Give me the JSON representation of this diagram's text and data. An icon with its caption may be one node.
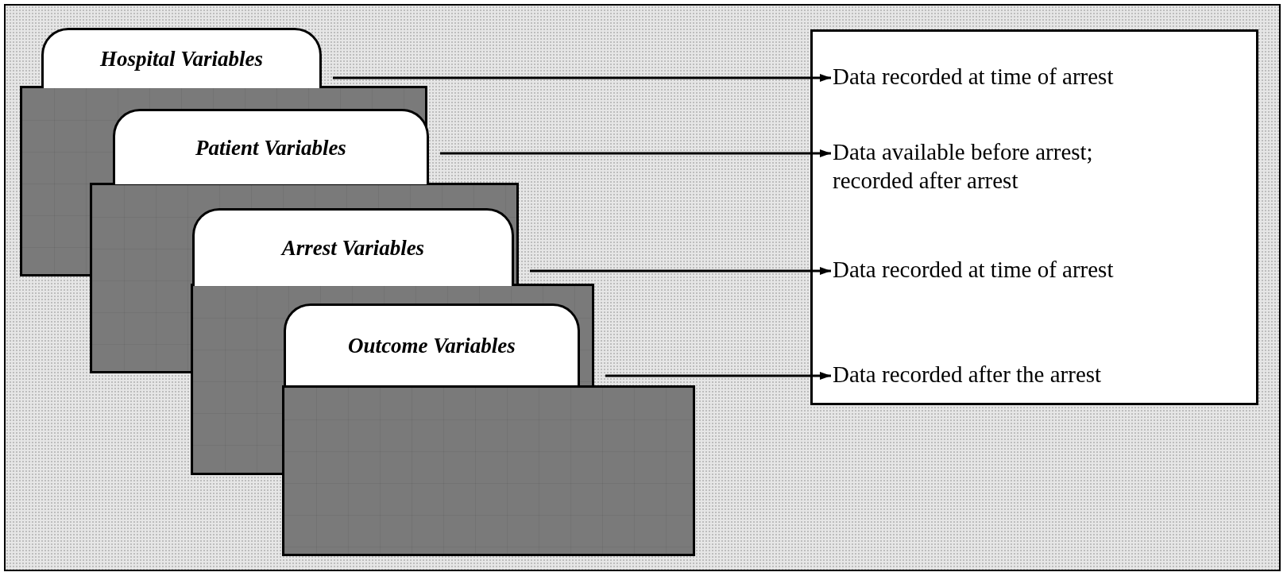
{
  "diagram": {
    "nodes": [
      {
        "text": [
          "Hospital Variables"
        ]
      },
      {
        "text": [
          "Patient Variables"
        ]
      },
      {
        "text": [
          "Arrest Variables"
        ]
      },
      {
        "text": [
          "Outcome Variables"
        ]
      },
      {
        "text": [],
        "shape": "box"
      },
      {
        "text": [
          "Data recorded at time of arrest"
        ],
        "in": 4
      },
      {
        "text": [
          "Data available before arrest; recorded after arrest"
        ],
        "in": 4
      },
      {
        "text": [
          "Data recorded at time of arrest"
        ],
        "in": 4
      },
      {
        "text": [
          "Data recorded after the arrest"
        ],
        "in": 4
      }
    ],
    "edges": [
      {
        "from": 0,
        "to": 5,
        "arrow": "to"
      },
      {
        "from": 1,
        "to": 6,
        "arrow": "to"
      },
      {
        "from": 2,
        "to": 7,
        "arrow": "to"
      },
      {
        "from": 3,
        "to": 8,
        "arrow": "to"
      }
    ]
  }
}
